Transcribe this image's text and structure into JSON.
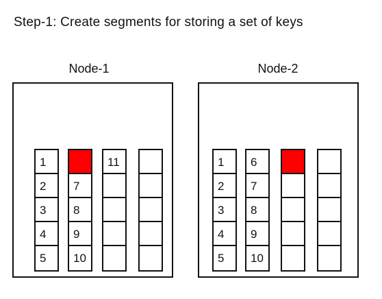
{
  "title": "Step-1: Create segments for storing a set of keys",
  "fill_color": "#ff0000",
  "nodes": [
    {
      "label": "Node-1",
      "segments": [
        [
          "1",
          "2",
          "3",
          "4",
          "5"
        ],
        [
          "",
          "7",
          "8",
          "9",
          "10"
        ],
        [
          "11",
          "",
          "",
          "",
          ""
        ],
        [
          "",
          "",
          "",
          "",
          ""
        ]
      ],
      "filled_cells": [
        [
          1,
          0
        ]
      ]
    },
    {
      "label": "Node-2",
      "segments": [
        [
          "1",
          "2",
          "3",
          "4",
          "5"
        ],
        [
          "6",
          "7",
          "8",
          "9",
          "10"
        ],
        [
          "",
          "",
          "",
          "",
          ""
        ],
        [
          "",
          "",
          "",
          "",
          ""
        ]
      ],
      "filled_cells": [
        [
          2,
          0
        ]
      ]
    }
  ]
}
